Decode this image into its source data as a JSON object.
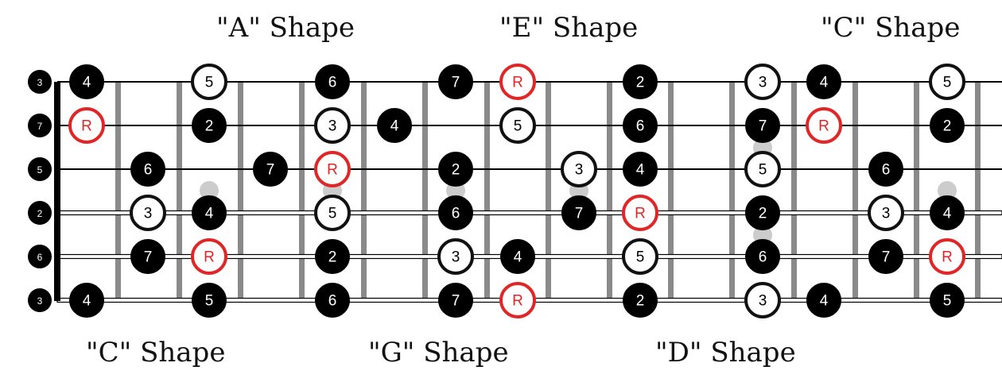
{
  "shapes_top": [
    "\"A\" Shape",
    "\"E\" Shape",
    "\"C\" Shape"
  ],
  "shapes_bottom": [
    "\"C\" Shape",
    "\"G\" Shape",
    "\"D\" Shape"
  ],
  "string_labels": [
    "3",
    "7",
    "5",
    "2",
    "6",
    "3"
  ],
  "colors": {
    "filled": "#000000",
    "hollow_stroke": "#111111",
    "root": "#e02626",
    "fret": "#8a8a8a",
    "inlay": "#cccccc"
  },
  "notes": [
    {
      "s": 0,
      "p": 0,
      "t": "4",
      "k": "filled"
    },
    {
      "s": 0,
      "p": 2,
      "t": "5",
      "k": "hollow"
    },
    {
      "s": 0,
      "p": 4,
      "t": "6",
      "k": "filled"
    },
    {
      "s": 0,
      "p": 6,
      "t": "7",
      "k": "filled"
    },
    {
      "s": 0,
      "p": 7,
      "t": "R",
      "k": "root"
    },
    {
      "s": 0,
      "p": 9,
      "t": "2",
      "k": "filled"
    },
    {
      "s": 0,
      "p": 11,
      "t": "3",
      "k": "hollow"
    },
    {
      "s": 0,
      "p": 12,
      "t": "4",
      "k": "filled"
    },
    {
      "s": 0,
      "p": 14,
      "t": "5",
      "k": "hollow"
    },
    {
      "s": 1,
      "p": 0,
      "t": "R",
      "k": "root"
    },
    {
      "s": 1,
      "p": 2,
      "t": "2",
      "k": "filled"
    },
    {
      "s": 1,
      "p": 4,
      "t": "3",
      "k": "hollow"
    },
    {
      "s": 1,
      "p": 5,
      "t": "4",
      "k": "filled"
    },
    {
      "s": 1,
      "p": 7,
      "t": "5",
      "k": "hollow"
    },
    {
      "s": 1,
      "p": 9,
      "t": "6",
      "k": "filled"
    },
    {
      "s": 1,
      "p": 11,
      "t": "7",
      "k": "filled"
    },
    {
      "s": 1,
      "p": 12,
      "t": "R",
      "k": "root"
    },
    {
      "s": 1,
      "p": 14,
      "t": "2",
      "k": "filled"
    },
    {
      "s": 2,
      "p": 1,
      "t": "6",
      "k": "filled"
    },
    {
      "s": 2,
      "p": 3,
      "t": "7",
      "k": "filled"
    },
    {
      "s": 2,
      "p": 4,
      "t": "R",
      "k": "root"
    },
    {
      "s": 2,
      "p": 6,
      "t": "2",
      "k": "filled"
    },
    {
      "s": 2,
      "p": 8,
      "t": "3",
      "k": "hollow"
    },
    {
      "s": 2,
      "p": 9,
      "t": "4",
      "k": "filled"
    },
    {
      "s": 2,
      "p": 11,
      "t": "5",
      "k": "hollow"
    },
    {
      "s": 2,
      "p": 13,
      "t": "6",
      "k": "filled"
    },
    {
      "s": 3,
      "p": 1,
      "t": "3",
      "k": "hollow"
    },
    {
      "s": 3,
      "p": 2,
      "t": "4",
      "k": "filled"
    },
    {
      "s": 3,
      "p": 4,
      "t": "5",
      "k": "hollow"
    },
    {
      "s": 3,
      "p": 6,
      "t": "6",
      "k": "filled"
    },
    {
      "s": 3,
      "p": 8,
      "t": "7",
      "k": "filled"
    },
    {
      "s": 3,
      "p": 9,
      "t": "R",
      "k": "root"
    },
    {
      "s": 3,
      "p": 11,
      "t": "2",
      "k": "filled"
    },
    {
      "s": 3,
      "p": 13,
      "t": "3",
      "k": "hollow"
    },
    {
      "s": 3,
      "p": 14,
      "t": "4",
      "k": "filled"
    },
    {
      "s": 4,
      "p": 1,
      "t": "7",
      "k": "filled"
    },
    {
      "s": 4,
      "p": 2,
      "t": "R",
      "k": "root"
    },
    {
      "s": 4,
      "p": 4,
      "t": "2",
      "k": "filled"
    },
    {
      "s": 4,
      "p": 6,
      "t": "3",
      "k": "hollow"
    },
    {
      "s": 4,
      "p": 7,
      "t": "4",
      "k": "filled"
    },
    {
      "s": 4,
      "p": 9,
      "t": "5",
      "k": "hollow"
    },
    {
      "s": 4,
      "p": 11,
      "t": "6",
      "k": "filled"
    },
    {
      "s": 4,
      "p": 13,
      "t": "7",
      "k": "filled"
    },
    {
      "s": 4,
      "p": 14,
      "t": "R",
      "k": "root"
    },
    {
      "s": 5,
      "p": 0,
      "t": "4",
      "k": "filled"
    },
    {
      "s": 5,
      "p": 2,
      "t": "5",
      "k": "filled"
    },
    {
      "s": 5,
      "p": 4,
      "t": "6",
      "k": "filled"
    },
    {
      "s": 5,
      "p": 6,
      "t": "7",
      "k": "filled"
    },
    {
      "s": 5,
      "p": 7,
      "t": "R",
      "k": "root"
    },
    {
      "s": 5,
      "p": 9,
      "t": "2",
      "k": "filled"
    },
    {
      "s": 5,
      "p": 11,
      "t": "3",
      "k": "hollow"
    },
    {
      "s": 5,
      "p": 12,
      "t": "4",
      "k": "filled"
    },
    {
      "s": 5,
      "p": 14,
      "t": "5",
      "k": "filled"
    }
  ]
}
